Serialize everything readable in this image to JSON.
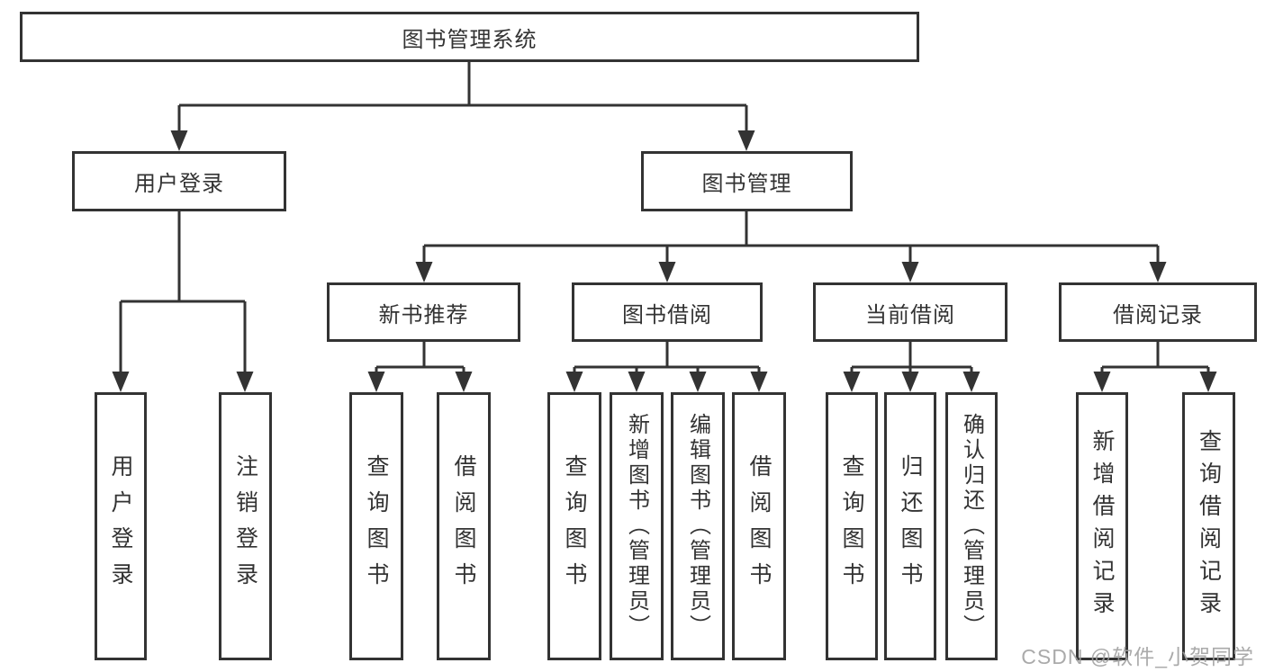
{
  "tree": {
    "root": "图书管理系统",
    "children": [
      {
        "label": "用户登录",
        "children": [
          "用户登录",
          "注销登录"
        ]
      },
      {
        "label": "图书管理",
        "children": [
          {
            "label": "新书推荐",
            "children": [
              "查询图书",
              "借阅图书"
            ]
          },
          {
            "label": "图书借阅",
            "children": [
              "查询图书",
              "新增图书（管理员）",
              "编辑图书（管理员）",
              "借阅图书"
            ]
          },
          {
            "label": "当前借阅",
            "children": [
              "查询图书",
              "归还图书",
              "确认归还（管理员）"
            ]
          },
          {
            "label": "借阅记录",
            "children": [
              "新增借阅记录",
              "查询借阅记录"
            ]
          }
        ]
      }
    ]
  },
  "watermark": {
    "text": "CSDN @软件_小贺同学"
  },
  "colors": {
    "line": "#333333",
    "box_border": "#333333",
    "text": "#333333",
    "watermark": "#9e9e9e"
  }
}
